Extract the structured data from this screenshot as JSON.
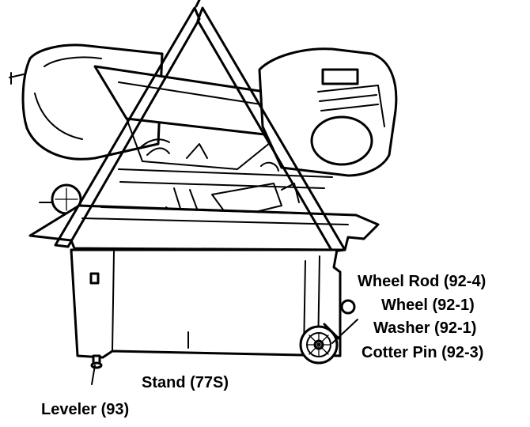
{
  "labels": {
    "wheel_rod": "Wheel Rod (92-4)",
    "wheel": "Wheel (92-1)",
    "washer": "Washer (92-1)",
    "cotter_pin": "Cotter Pin (92-3)",
    "stand": "Stand (77S)",
    "leveler": "Leveler (93)"
  }
}
